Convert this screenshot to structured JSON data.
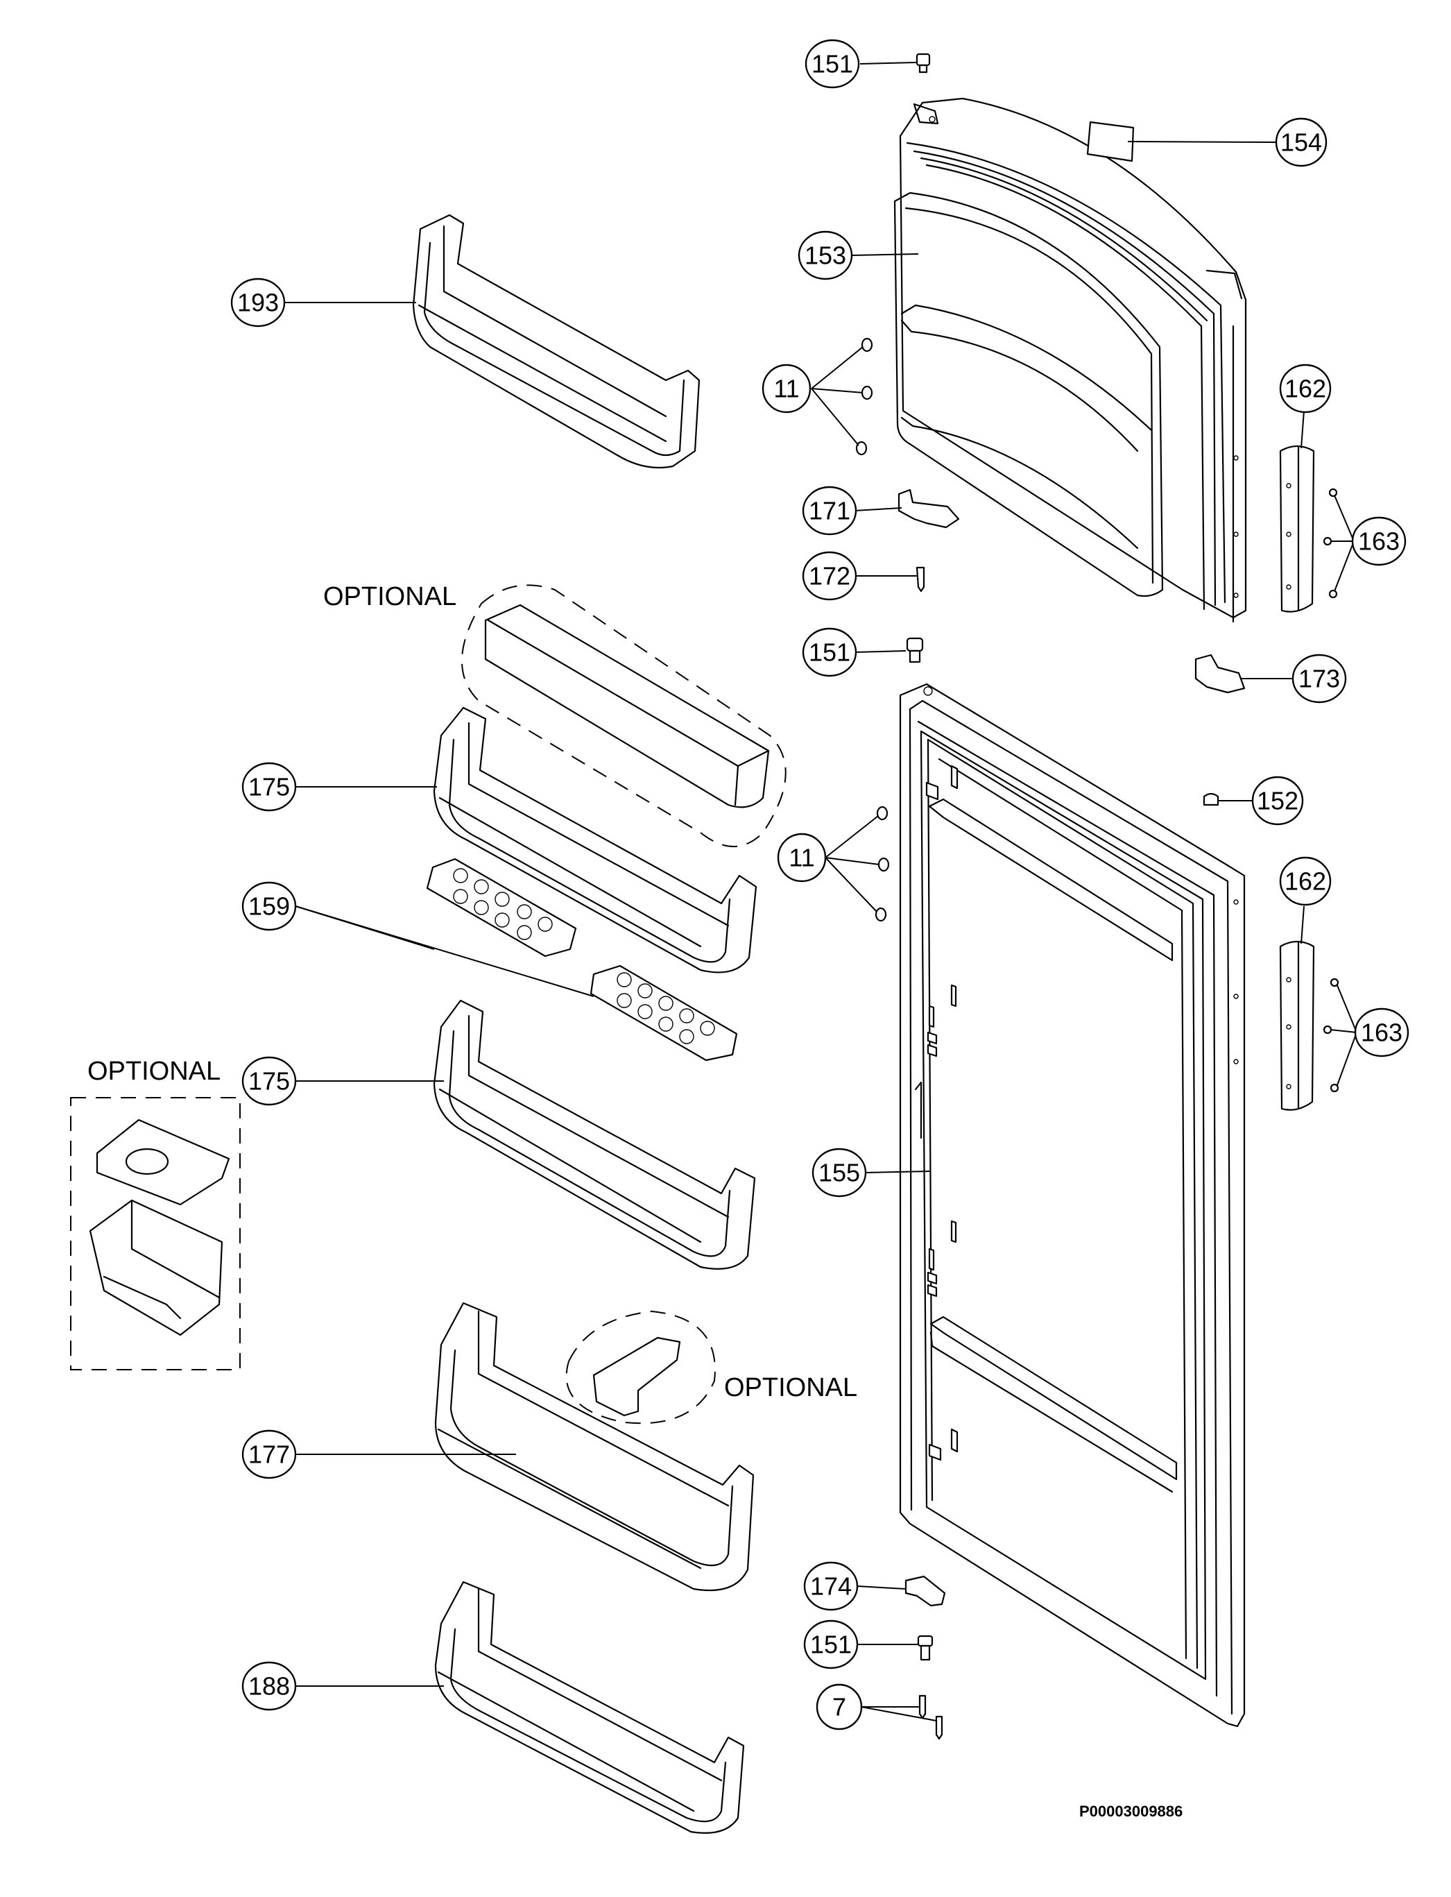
{
  "labels": [
    {
      "id": "151a",
      "text": "151"
    },
    {
      "id": "154",
      "text": "154"
    },
    {
      "id": "153",
      "text": "153"
    },
    {
      "id": "193",
      "text": "193"
    },
    {
      "id": "11a",
      "text": "11"
    },
    {
      "id": "162a",
      "text": "162"
    },
    {
      "id": "171",
      "text": "171"
    },
    {
      "id": "163a",
      "text": "163"
    },
    {
      "id": "172",
      "text": "172"
    },
    {
      "id": "151b",
      "text": "151"
    },
    {
      "id": "173",
      "text": "173"
    },
    {
      "id": "175a",
      "text": "175"
    },
    {
      "id": "152",
      "text": "152"
    },
    {
      "id": "11b",
      "text": "11"
    },
    {
      "id": "162b",
      "text": "162"
    },
    {
      "id": "159",
      "text": "159"
    },
    {
      "id": "163b",
      "text": "163"
    },
    {
      "id": "175b",
      "text": "175"
    },
    {
      "id": "155",
      "text": "155"
    },
    {
      "id": "177",
      "text": "177"
    },
    {
      "id": "174",
      "text": "174"
    },
    {
      "id": "151c",
      "text": "151"
    },
    {
      "id": "188",
      "text": "188"
    },
    {
      "id": "7",
      "text": "7"
    }
  ],
  "optional_labels": [
    "OPTIONAL",
    "OPTIONAL",
    "OPTIONAL"
  ],
  "reference_code": "P00003009886"
}
